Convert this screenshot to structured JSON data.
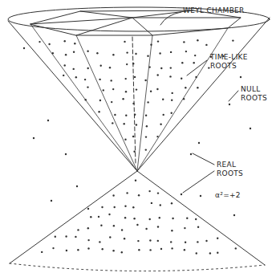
{
  "diagram": {
    "labels": [
      "WEYL CHAMBER",
      "TIME-LIKE ROOTS",
      "NULL ROOTS",
      "REAL ROOTS",
      "α²=+2"
    ]
  }
}
